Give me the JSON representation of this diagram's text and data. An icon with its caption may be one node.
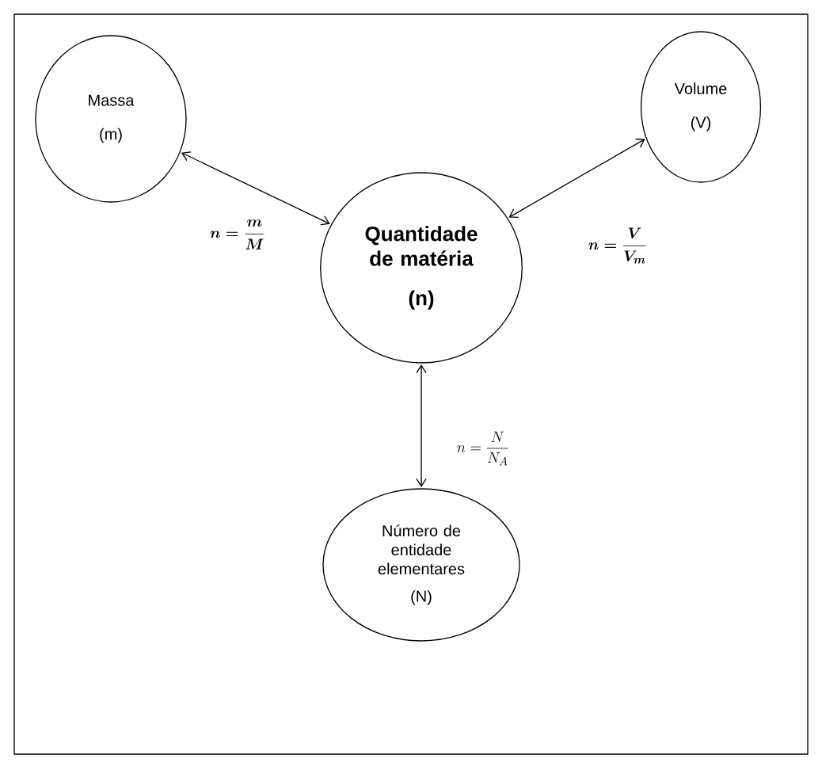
{
  "diagram": {
    "nodes": [
      {
        "text": [
          "Massa",
          "(m)"
        ]
      },
      {
        "text": [
          "Quantidade de matéria",
          "(n)"
        ]
      },
      {
        "text": [
          "Volume",
          "(V)"
        ]
      },
      {
        "text": [
          "Número de entidade elementares",
          "(N)"
        ]
      }
    ],
    "edges": [
      {
        "from": 0,
        "to": 1,
        "arrow": "both",
        "label": "\\boldsymbol{n=\\frac{m}{M}}"
      },
      {
        "from": 1,
        "to": 2,
        "arrow": "both",
        "label": "\\boldsymbol{n=\\frac{V}{V_m}}"
      },
      {
        "from": 1,
        "to": 3,
        "arrow": "both",
        "label": "n=\\frac{N}{N_A}"
      }
    ]
  }
}
